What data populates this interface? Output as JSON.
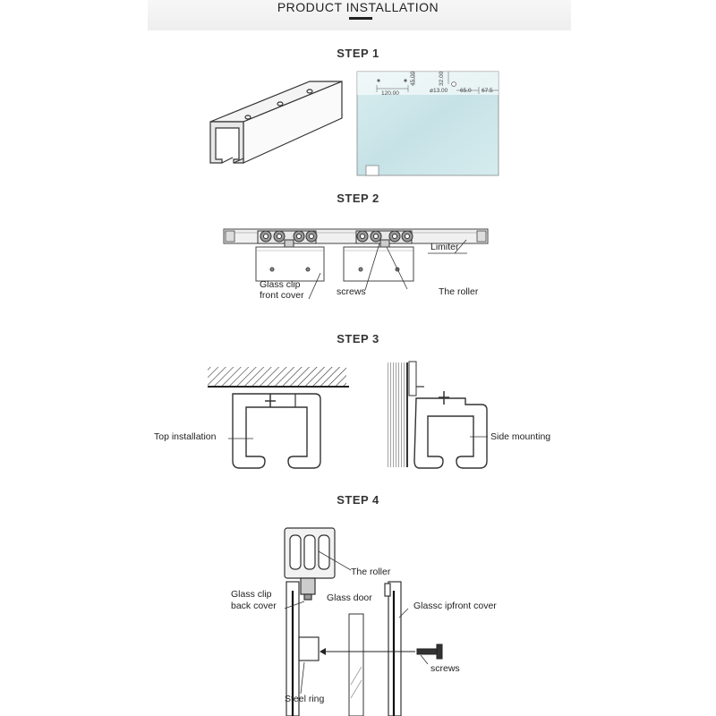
{
  "header": {
    "title": "PRODUCT INSTALLATION"
  },
  "steps": [
    {
      "label": "STEP 1"
    },
    {
      "label": "STEP 2"
    },
    {
      "label": "STEP 3"
    },
    {
      "label": "STEP 4"
    }
  ],
  "step1": {
    "dimensions": {
      "hole_spacing": "120.00",
      "top_offset": "45.00",
      "vertical_32": "32.00",
      "hole_diameter": "ø13.00",
      "width_65": "65.0",
      "edge_67": "67.5"
    },
    "glass_color": "#cfe7ea"
  },
  "step2": {
    "labels": {
      "limiter": "Limiter",
      "glass_clip_front_cover": "Glass clip\nfront cover",
      "screws": "screws",
      "roller": "The roller"
    }
  },
  "step3": {
    "labels": {
      "top_installation": "Top installation",
      "side_mounting": "Side mounting"
    }
  },
  "step4": {
    "labels": {
      "roller": "The roller",
      "glass_clip_back_cover": "Glass clip\nback cover",
      "glass_door": "Glass door",
      "glass_front_cover": "Glassc ipfront cover",
      "screws": "screws",
      "steel_ring": "Steel ring"
    }
  }
}
